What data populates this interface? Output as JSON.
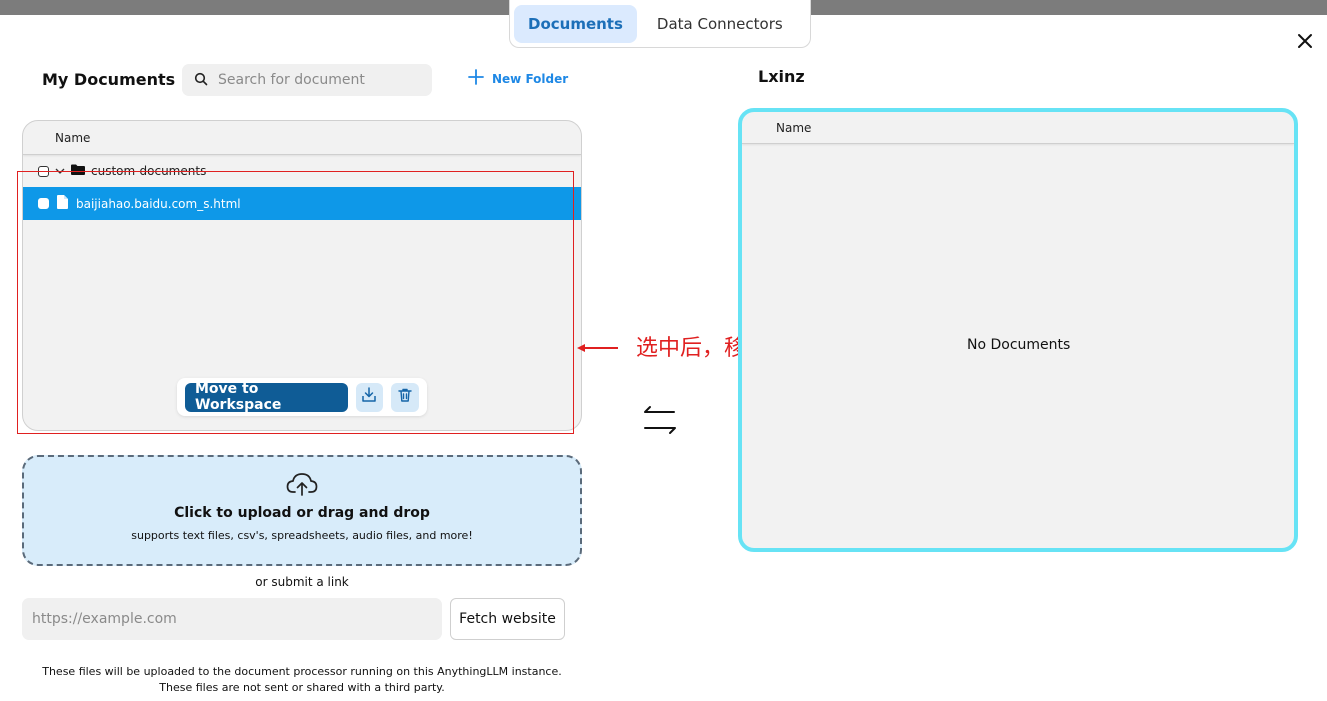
{
  "tabs": [
    {
      "label": "Documents",
      "active": true
    },
    {
      "label": "Data Connectors",
      "active": false
    }
  ],
  "icons": {
    "close": "close-icon",
    "search": "search-icon",
    "plus": "plus-icon",
    "folder": "folder-icon",
    "file": "file-icon",
    "chevron": "chevron-down-icon",
    "download": "download-icon",
    "trash": "trash-icon",
    "swap": "swap-arrows-icon",
    "upload": "cloud-upload-icon"
  },
  "my_documents": {
    "title": "My Documents",
    "search_placeholder": "Search for document",
    "new_folder_label": "New Folder",
    "column_name": "Name",
    "folder": {
      "name": "custom-documents",
      "expanded": true
    },
    "files": [
      {
        "name": "baijiahao.baidu.com_s.html",
        "selected": true
      }
    ],
    "actions": {
      "move_label": "Move to Workspace"
    }
  },
  "annotation": {
    "text": "选中后，移到我们自己的工作区",
    "color": "#e02020"
  },
  "workspace": {
    "title": "Lxinz",
    "column_name": "Name",
    "empty_text": "No Documents",
    "border_color": "#67e3f5"
  },
  "upload": {
    "title": "Click to upload or drag and drop",
    "subtitle": "supports text files, csv's, spreadsheets, audio files, and more!",
    "or_link": "or submit a link",
    "url_placeholder": "https://example.com",
    "fetch_label": "Fetch website"
  },
  "footer": {
    "line1": "These files will be uploaded to the document processor running on this AnythingLLM instance.",
    "line2": "These files are not sent or shared with a third party."
  },
  "colors": {
    "accent": "#1e88e5",
    "selected_row": "#0e98e8",
    "primary_button": "#0f5c96"
  }
}
